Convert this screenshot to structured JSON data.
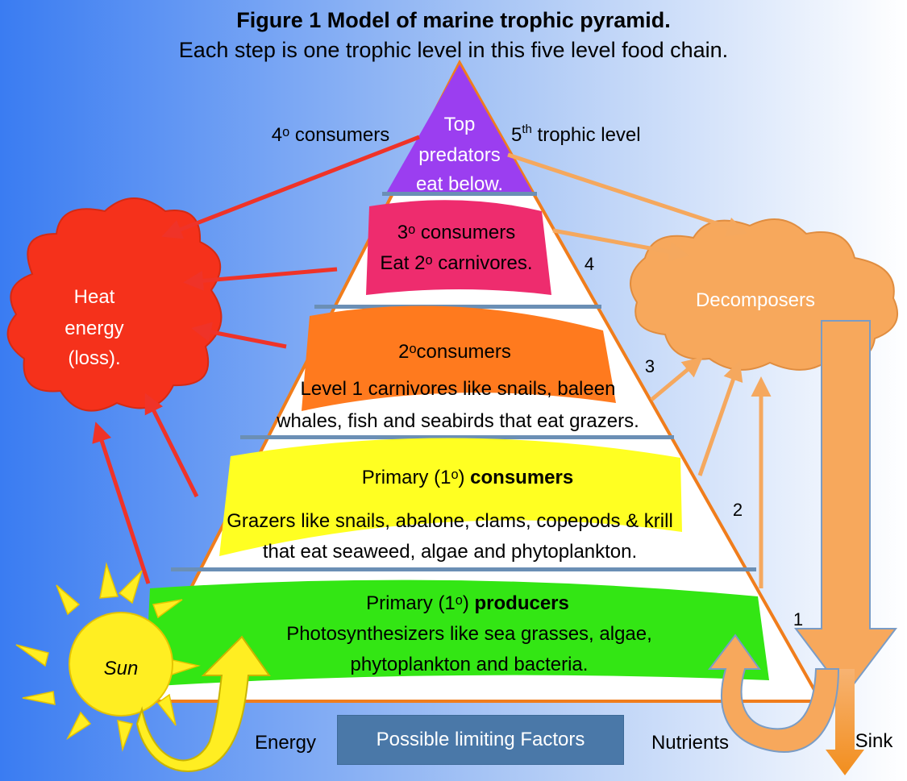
{
  "title": "Figure 1 Model of marine trophic pyramid.",
  "subtitle": "Each step is one trophic level in this five level food chain.",
  "levels": {
    "top": {
      "line1": "Top",
      "line2": "predators",
      "line3": "eat below.",
      "left_label": "4ᵒ consumers",
      "right_label_num": "5",
      "right_label_sup": "th",
      "right_label_rest": " trophic level"
    },
    "l4": {
      "line1": "3ᵒ consumers",
      "line2": "Eat 2ᵒ carnivores.",
      "number": "4"
    },
    "l3": {
      "line1": "2ᵒconsumers",
      "line2": "Level 1 carnivores like snails, baleen",
      "line3": "whales, fish and seabirds that eat grazers.",
      "number": "3"
    },
    "l2": {
      "line1_plain": "Primary (1ᵒ) ",
      "line1_bold": "consumers",
      "line2": "Grazers like snails, abalone, clams, copepods & krill",
      "line3": "that eat seaweed, algae and phytoplankton.",
      "number": "2"
    },
    "l1": {
      "line1_plain": "Primary (1ᵒ) ",
      "line1_bold": "producers",
      "line2": "Photosynthesizers like sea grasses, algae,",
      "line3": "phytoplankton and bacteria.",
      "number": "1"
    }
  },
  "heat": {
    "line1": "Heat",
    "line2": "energy",
    "line3": "(loss)."
  },
  "decomposers": "Decomposers",
  "sun": "Sun",
  "bottom": {
    "energy": "Energy",
    "limiting": "Possible limiting Factors",
    "nutrients": "Nutrients",
    "sink": "Sink"
  },
  "colors": {
    "bg_left": "#3a7cf2",
    "bg_right": "#ffffff",
    "top_tri": "#9b3ef0",
    "l4_band": "#ee2c6e",
    "l3_band": "#ff7a1e",
    "l2_band": "#ffff22",
    "l1_band": "#33e614",
    "heat": "#f5311b",
    "decomposers": "#f7a85c",
    "sun": "#ffee22",
    "pyramid_edge": "#f07d1c",
    "divider": "#6b8fb5",
    "red_arrow": "#ef3328",
    "orange_arrow": "#f5a85e"
  }
}
